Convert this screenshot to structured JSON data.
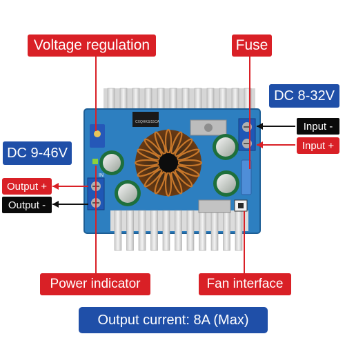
{
  "labels": {
    "voltage_regulation": "Voltage regulation",
    "fuse": "Fuse",
    "dc_input_range": "DC 8-32V",
    "dc_output_range": "DC 9-46V",
    "input_minus": "Input -",
    "input_plus": "Input +",
    "output_plus": "Output +",
    "output_minus": "Output -",
    "power_indicator": "Power indicator",
    "fan_interface": "Fan interface",
    "output_current": "Output current: 8A  (Max)"
  },
  "board": {
    "pcb_text": "CXQHKSI15CA",
    "pin_in": "IN",
    "pin_plus": "+",
    "pin_minus": "-"
  },
  "colors": {
    "label_red": "#d92026",
    "label_blue": "#1f4fa8",
    "label_black": "#0a0a0a",
    "pcb_blue": "#2d7fc0",
    "heatsink": "#e4e4e4",
    "copper": "#b5651d"
  }
}
